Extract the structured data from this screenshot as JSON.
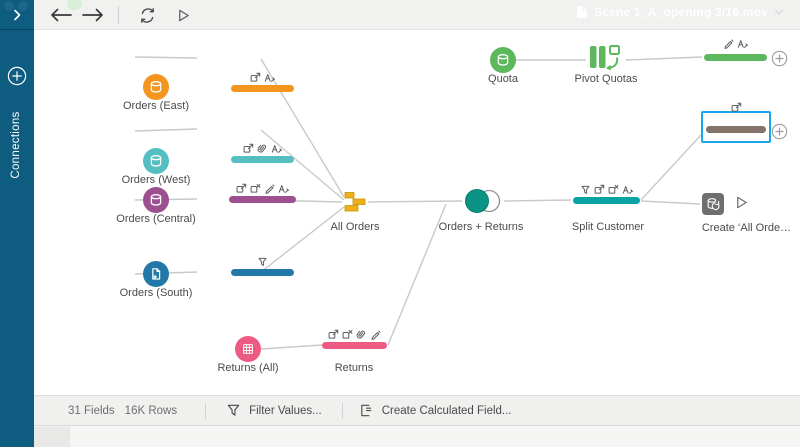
{
  "titlebar": {
    "watermark": "Scene 1_A_opening 3/16.mov"
  },
  "sidebar": {
    "connections_label": "Connections"
  },
  "flow": {
    "nodes": {
      "ordersEast": {
        "label": "Orders (East)"
      },
      "ordersWest": {
        "label": "Orders (West)"
      },
      "ordersCentral": {
        "label": "Orders (Central)"
      },
      "ordersSouth": {
        "label": "Orders (South)"
      },
      "allOrders": {
        "label": "All Orders"
      },
      "ordersReturns": {
        "label": "Orders + Returns"
      },
      "splitCustomer": {
        "label": "Split Customer"
      },
      "createOutput": {
        "label": "Create ‘All Orde…"
      },
      "quota": {
        "label": "Quota"
      },
      "pivotQuotas": {
        "label": "Pivot Quotas"
      },
      "returnsAll": {
        "label": "Returns (All)"
      },
      "returns": {
        "label": "Returns"
      }
    },
    "badges": {
      "ordersEast": [
        "removed-fields",
        "renamed-fields"
      ],
      "ordersWest": [
        "removed-fields",
        "grouped-values",
        "renamed-fields"
      ],
      "ordersCentral": [
        "removed-fields",
        "deleted-fields",
        "edited-fields",
        "renamed-fields"
      ],
      "ordersSouth": [
        "filter-values"
      ],
      "splitCustomer": [
        "filter-values",
        "removed-fields",
        "deleted-fields",
        "renamed-fields"
      ],
      "returns": [
        "removed-fields",
        "deleted-fields",
        "grouped-values",
        "edited-fields"
      ],
      "quotaClean": [
        "edited-fields",
        "renamed-fields"
      ],
      "selectedClean": [
        "removed-fields"
      ]
    },
    "colors": {
      "orange": "#f49520",
      "teal": "#55bec0",
      "purple": "#9d508f",
      "blue": "#2279a8",
      "union_yellow": "#eeb118",
      "join_teal": "#0a9384",
      "split_teal": "#0aa3a3",
      "green": "#5db75c",
      "pink": "#ee5b82",
      "brown": "#84746a",
      "selection_blue": "#1aa7ea",
      "sidebar_bg": "#0e5c80"
    }
  },
  "statusbar": {
    "field_count": "31 Fields",
    "row_count": "16K Rows",
    "filter_button": "Filter Values...",
    "calc_button": "Create Calculated Field..."
  }
}
